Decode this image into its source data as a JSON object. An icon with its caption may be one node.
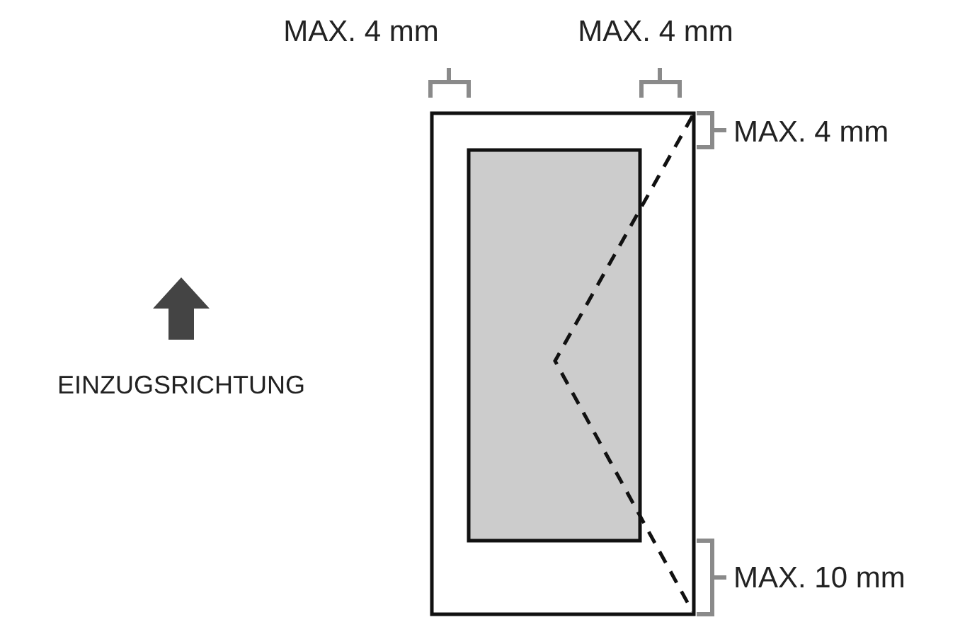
{
  "diagram": {
    "labels": [
      "MAX. 4 mm",
      "MAX. 4 mm",
      "MAX. 4 mm",
      "EINZUGSRICHTUNG",
      "MAX. 10 mm"
    ]
  }
}
